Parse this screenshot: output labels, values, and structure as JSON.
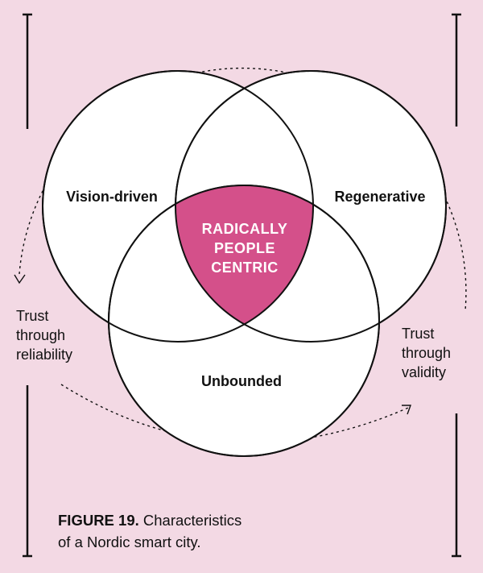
{
  "figure": {
    "label": "FIGURE 19.",
    "caption_line1": "Characteristics",
    "caption_line2": "of a Nordic smart city."
  },
  "circles": {
    "left": "Vision-driven",
    "right": "Regenerative",
    "bottom": "Unbounded"
  },
  "center": {
    "line1": "RADICALLY",
    "line2": "PEOPLE",
    "line3": "CENTRIC"
  },
  "trust_left": {
    "line1": "Trust",
    "line2": "through",
    "line3": "reliability"
  },
  "trust_right": {
    "line1": "Trust",
    "line2": "through",
    "line3": "validity"
  },
  "colors": {
    "background": "#f3d9e4",
    "center_fill": "#d4508a",
    "circle_fill": "#ffffff",
    "stroke": "#111111"
  }
}
